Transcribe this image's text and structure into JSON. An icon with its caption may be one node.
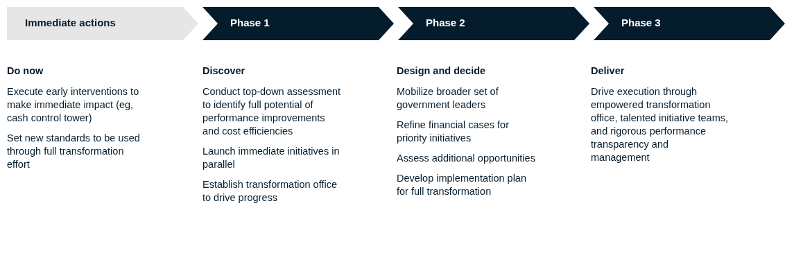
{
  "diagram": {
    "nodes": [
      {
        "text": [
          "Immediate actions"
        ]
      },
      {
        "text": [
          "Phase 1"
        ]
      },
      {
        "text": [
          "Phase 2"
        ]
      },
      {
        "text": [
          "Phase 3"
        ]
      }
    ],
    "labels": [
      "Do now",
      "Execute early interventions to make immediate impact (eg, cash control tower)",
      "Set new standards to be used through full transformation effort",
      "Discover",
      "Conduct top-down assessment to identify full potential of performance improvements and cost efficiencies",
      "Launch immediate initiatives in parallel",
      "Establish transformation office to drive progress",
      "Design and decide",
      "Mobilize broader set of government leaders",
      "Refine financial cases for priority initiatives",
      "Assess additional opportunities",
      "Develop implementation plan for full transformation",
      "Deliver",
      "Drive execution through empowered transformation office, talented initiative teams, and rigorous performance transparency and management"
    ]
  }
}
